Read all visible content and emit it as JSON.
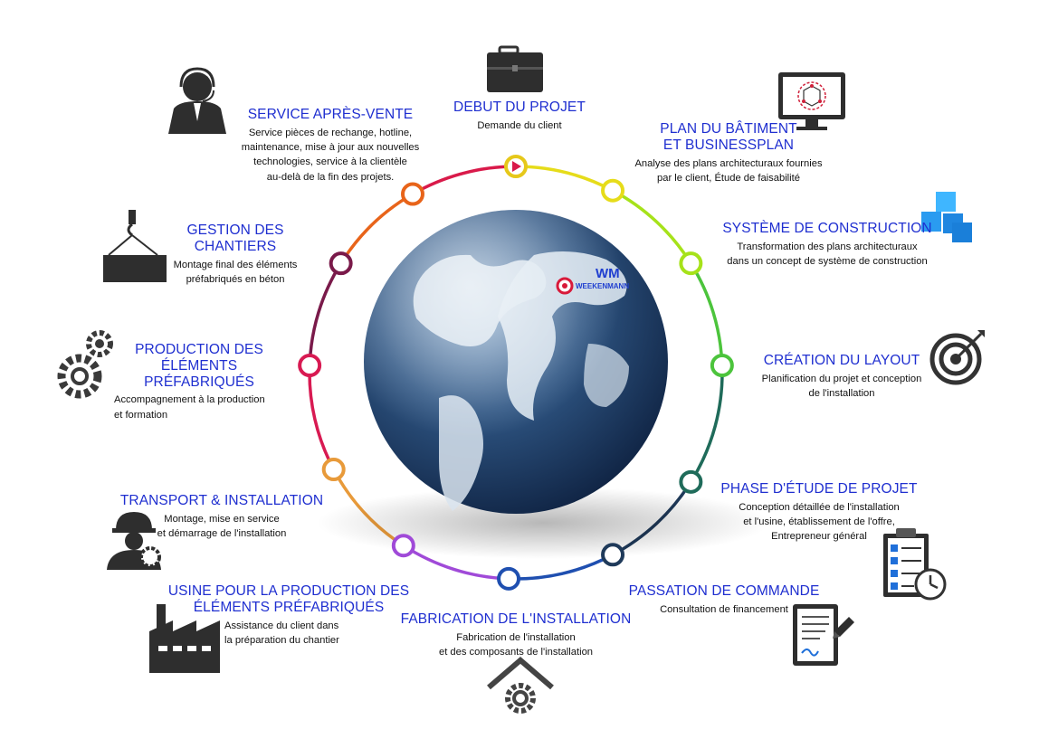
{
  "brand": {
    "name": "WEEKENMANN",
    "logo_letters": "WM"
  },
  "steps": [
    {
      "id": "debut",
      "title": [
        "DEBUT DU PROJET"
      ],
      "desc": [
        "Demande du client"
      ],
      "color": "#d91a4a",
      "icon": "briefcase-icon"
    },
    {
      "id": "plan",
      "title": [
        "PLAN DU BÂTIMENT",
        "ET BUSINESSPLAN"
      ],
      "desc": [
        "Analyse des plans architecturaux fournies",
        "par le client, Étude de faisabilité"
      ],
      "color": "#e6dc1a",
      "icon": "monitor-icon"
    },
    {
      "id": "systeme",
      "title": [
        "SYSTÈME DE CONSTRUCTION"
      ],
      "desc": [
        "Transformation des plans architecturaux",
        "dans un concept de système de construction"
      ],
      "color": "#a6e21a",
      "icon": "cubes-icon"
    },
    {
      "id": "layout",
      "title": [
        "CRÉATION DU LAYOUT"
      ],
      "desc": [
        "Planification du projet et conception",
        "de l'installation"
      ],
      "color": "#4cc43c",
      "icon": "target-icon"
    },
    {
      "id": "etude",
      "title": [
        "PHASE D'ÉTUDE DE PROJET"
      ],
      "desc": [
        "Conception détaillée de l'installation",
        "et l'usine, établissement de l'offre,",
        "Entrepreneur général"
      ],
      "color": "#1f6b5a",
      "icon": "checklist-clock-icon"
    },
    {
      "id": "commande",
      "title": [
        "PASSATION DE COMMANDE"
      ],
      "desc": [
        "Consultation de financement"
      ],
      "color": "#1f3a5a",
      "icon": "contract-icon"
    },
    {
      "id": "fabrication",
      "title": [
        "FABRICATION DE L'INSTALLATION"
      ],
      "desc": [
        "Fabrication de l'installation",
        "et des composants de l'installation"
      ],
      "color": "#1f4fb0",
      "icon": "factory-gear-icon"
    },
    {
      "id": "usine",
      "title": [
        "USINE POUR LA PRODUCTION DES",
        "ÉLÉMENTS PRÉFABRIQUÉS"
      ],
      "desc": [
        "Assistance du client dans",
        "la préparation du chantier"
      ],
      "color": "#a04ad8",
      "icon": "factory-icon"
    },
    {
      "id": "transport",
      "title": [
        "TRANSPORT & INSTALLATION"
      ],
      "desc": [
        "Montage, mise en service",
        "et démarrage de l'installation"
      ],
      "color": "#e89a3a",
      "icon": "worker-icon"
    },
    {
      "id": "production",
      "title": [
        "PRODUCTION DES",
        "ÉLÉMENTS PRÉFABRIQUÉS"
      ],
      "desc": [
        "Accompagnement à la production",
        "et formation"
      ],
      "color": "#d81a52",
      "icon": "gears-icon"
    },
    {
      "id": "gestion",
      "title": [
        "GESTION DES CHANTIERS"
      ],
      "desc": [
        "Montage final des éléments",
        "préfabriqués en béton"
      ],
      "color": "#7a1a4a",
      "icon": "crane-hook-icon"
    },
    {
      "id": "service",
      "title": [
        "SERVICE APRÈS-VENTE"
      ],
      "desc": [
        "Service pièces de rechange, hotline,",
        "maintenance, mise à jour aux nouvelles",
        "technologies, service à la clientèle",
        "au-delà de la fin des projets."
      ],
      "color": "#e8641a",
      "icon": "headset-agent-icon"
    }
  ]
}
